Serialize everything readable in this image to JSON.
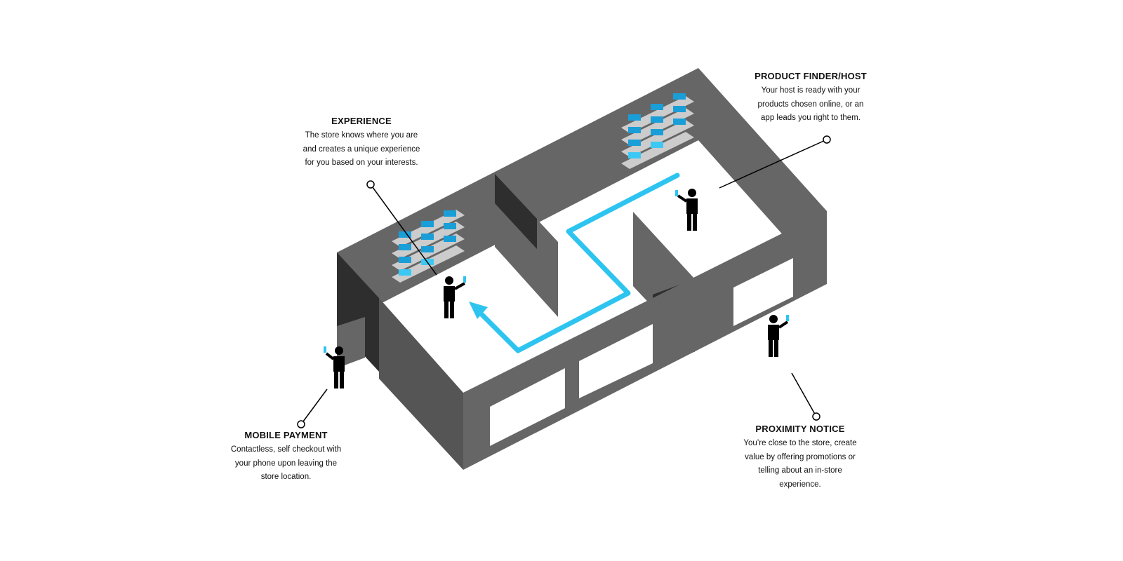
{
  "callouts": {
    "experience": {
      "title": "EXPERIENCE",
      "lines": [
        "The store knows where you are",
        "and creates a unique experience",
        "for you based on your interests."
      ]
    },
    "product_finder": {
      "title": "PRODUCT FINDER/HOST",
      "lines": [
        "Your host is ready with your",
        "products chosen online, or an",
        "app leads you right to them."
      ]
    },
    "mobile_payment": {
      "title": "MOBILE PAYMENT",
      "lines": [
        "Contactless, self checkout with",
        "your phone upon leaving the",
        "store location."
      ]
    },
    "proximity_notice": {
      "title": "PROXIMITY NOTICE",
      "lines": [
        "You’re close to the store, create",
        "value by offering promotions or",
        "telling about an in-store",
        "experience."
      ]
    }
  },
  "colors": {
    "wall": "#666666",
    "wall_dark": "#2e2e2e",
    "floor": "#ffffff",
    "path": "#2ec4f0",
    "phone": "#2ec4f0",
    "shelf": "#cccccc",
    "product_top": "#3cc8f4",
    "product_side": "#1a9ed8",
    "figure": "#000000",
    "leader": "#000000"
  },
  "icons": [
    "person-with-phone-icon",
    "shelf-icon",
    "path-arrow-icon",
    "leader-circle-icon"
  ]
}
